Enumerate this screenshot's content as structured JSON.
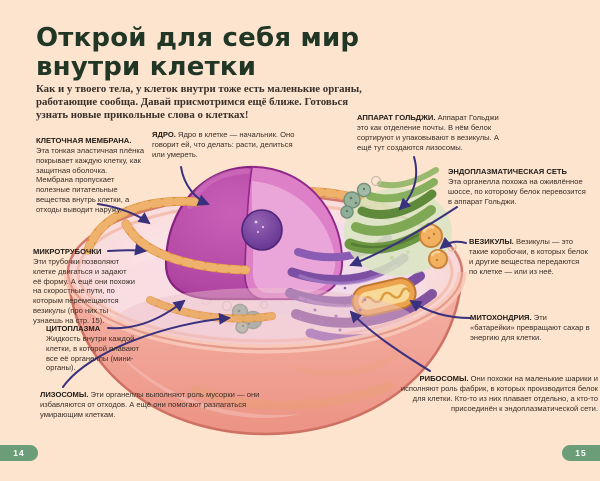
{
  "page": {
    "title_line1": "Открой для себя мир",
    "title_line2": "внутри клетки",
    "intro": "Как и у твоего тела, у клеток внутри тоже есть маленькие органы, работающие сообща. Давай присмотримся ещё ближе. Готовься узнать новые прикольные слова о клетках!",
    "page_left": "14",
    "page_right": "15"
  },
  "labels": {
    "membrane": {
      "term": "КЛЕТОЧНАЯ МЕМБРАНА.",
      "desc": "Эта тонкая эластичная плёнка покрывает каждую клетку, как защитная оболочка. Мембрана пропускает полезные питательные вещества внутрь клетки, а отходы выводит наружу."
    },
    "nucleus": {
      "term": "ЯДРО.",
      "desc": "Ядро в клетке — начальник. Оно говорит ей, что делать: расти, делиться или умереть."
    },
    "golgi": {
      "term": "АППАРАТ ГОЛЬДЖИ.",
      "desc": "Аппарат Гольджи это как отделение почты. В нём белок сортируют и упаковывают в везикулы. А ещё тут создаются лизосомы."
    },
    "er": {
      "term": "ЭНДОПЛАЗМАТИЧЕСКАЯ СЕТЬ",
      "desc": "Эта органелла похожа на оживлённое шоссе, по которому белок перевозится в аппарат Гольджи."
    },
    "microtubules": {
      "term": "МИКРОТРУБОЧКИ",
      "desc": "Эти трубочки позволяют клетке двигаться и задают её форму. А ещё они похожи на скоростные пути, по которым перемещаются везикулы (про них ты узнаешь на стр. 15)."
    },
    "cytoplasm": {
      "term": "ЦИТОПЛАЗМА",
      "desc": "Жидкость внутри каждой клетки, в которой плавают все её органеллы (мини-органы)."
    },
    "vesicles": {
      "term": "ВЕЗИКУЛЫ.",
      "desc": "Везикулы — это такие коробочки, в которых белок и другие вещества передаются по клетке — или из неё."
    },
    "mitochondria": {
      "term": "МИТОХОНДРИЯ.",
      "desc": "Эти «батарейки» превращают сахар в энергию для клетки."
    },
    "lysosomes": {
      "term": "ЛИЗОСОМЫ.",
      "desc": "Эти органеллы выполняют роль мусорки — они избавляются от отходов. А ещё они помогают разлагаться умирающим клеткам."
    },
    "ribosomes": {
      "term": "РИБОСОМЫ.",
      "desc": "Они похожи на маленькие шарики и исполняют роль фабрик, в которых производится белок для клетки. Кто-то из них плавает отдельно, а кто-то присоединён к эндоплазматической сети."
    }
  },
  "palette": {
    "background": "#fce4cf",
    "title": "#223626",
    "text": "#3a2f26",
    "arrow": "#39307e",
    "page_pill": "#6b9d78",
    "cell_outer": "#ef9d8e",
    "cell_inner": "#f8dfe0",
    "nucleus": "#b348a4",
    "nucleolus": "#6f3d96",
    "er": "#7c4fa3",
    "golgi": "#7fa855",
    "microtubule": "#e0913f",
    "mitochondria": "#eda34e",
    "vesicle": "#f2b161",
    "lysosome": "#8fae9a"
  }
}
